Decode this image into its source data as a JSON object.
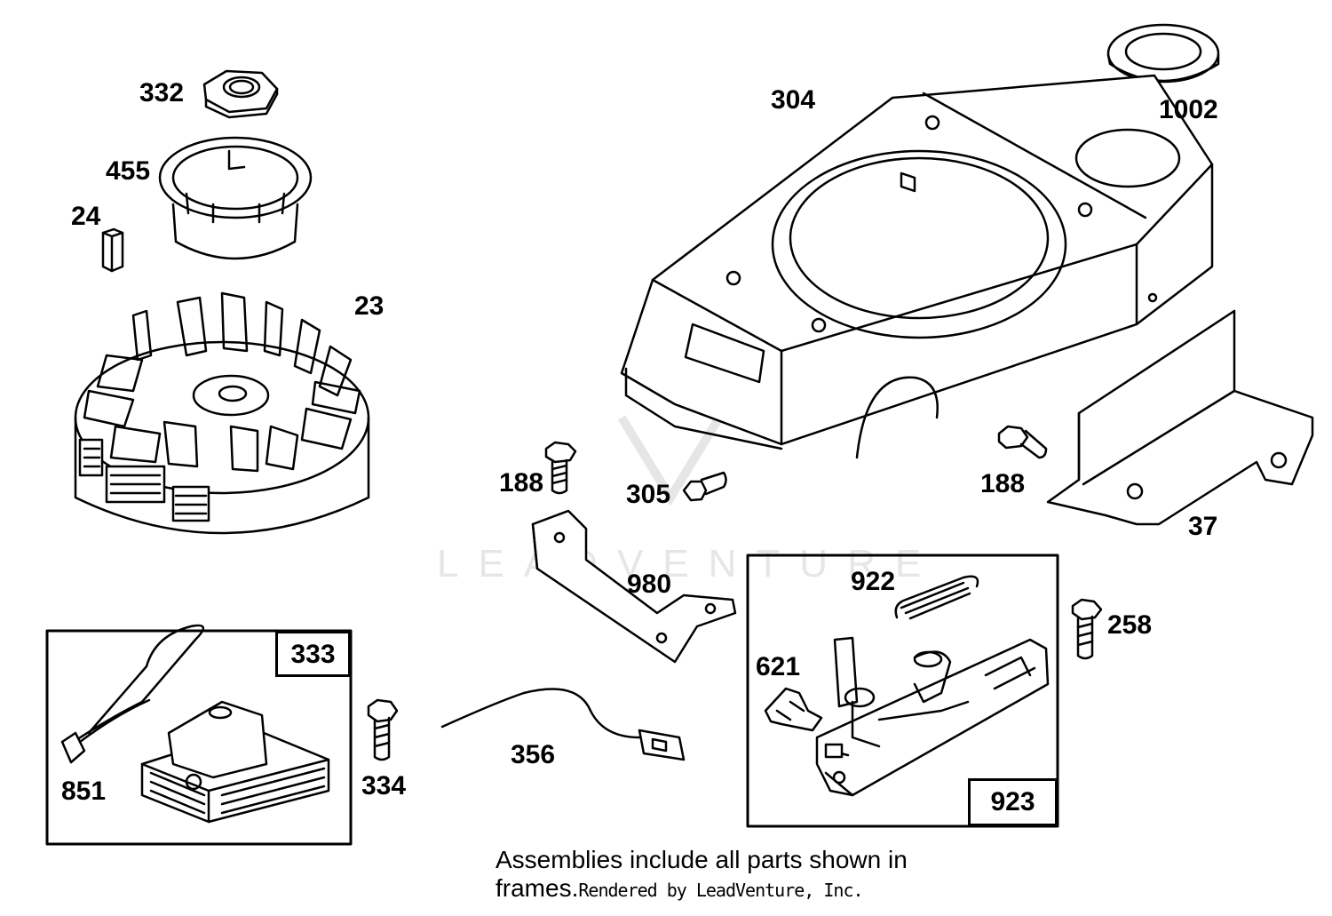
{
  "parts": {
    "p332": "332",
    "p455": "455",
    "p24": "24",
    "p23": "23",
    "p304": "304",
    "p1002": "1002",
    "p188a": "188",
    "p305": "305",
    "p188b": "188",
    "p37": "37",
    "p980": "980",
    "p922": "922",
    "p258": "258",
    "p621": "621",
    "p333": "333",
    "p851": "851",
    "p334": "334",
    "p356": "356",
    "p923": "923"
  },
  "note": {
    "text_line1": "Assemblies include all parts shown in",
    "text_line2": "frames.",
    "credit": "Rendered by LeadVenture, Inc."
  },
  "watermark": {
    "text": "LEADVENTURE"
  },
  "colors": {
    "line": "#000000",
    "watermark": "#e6e6e6",
    "background": "#ffffff"
  }
}
